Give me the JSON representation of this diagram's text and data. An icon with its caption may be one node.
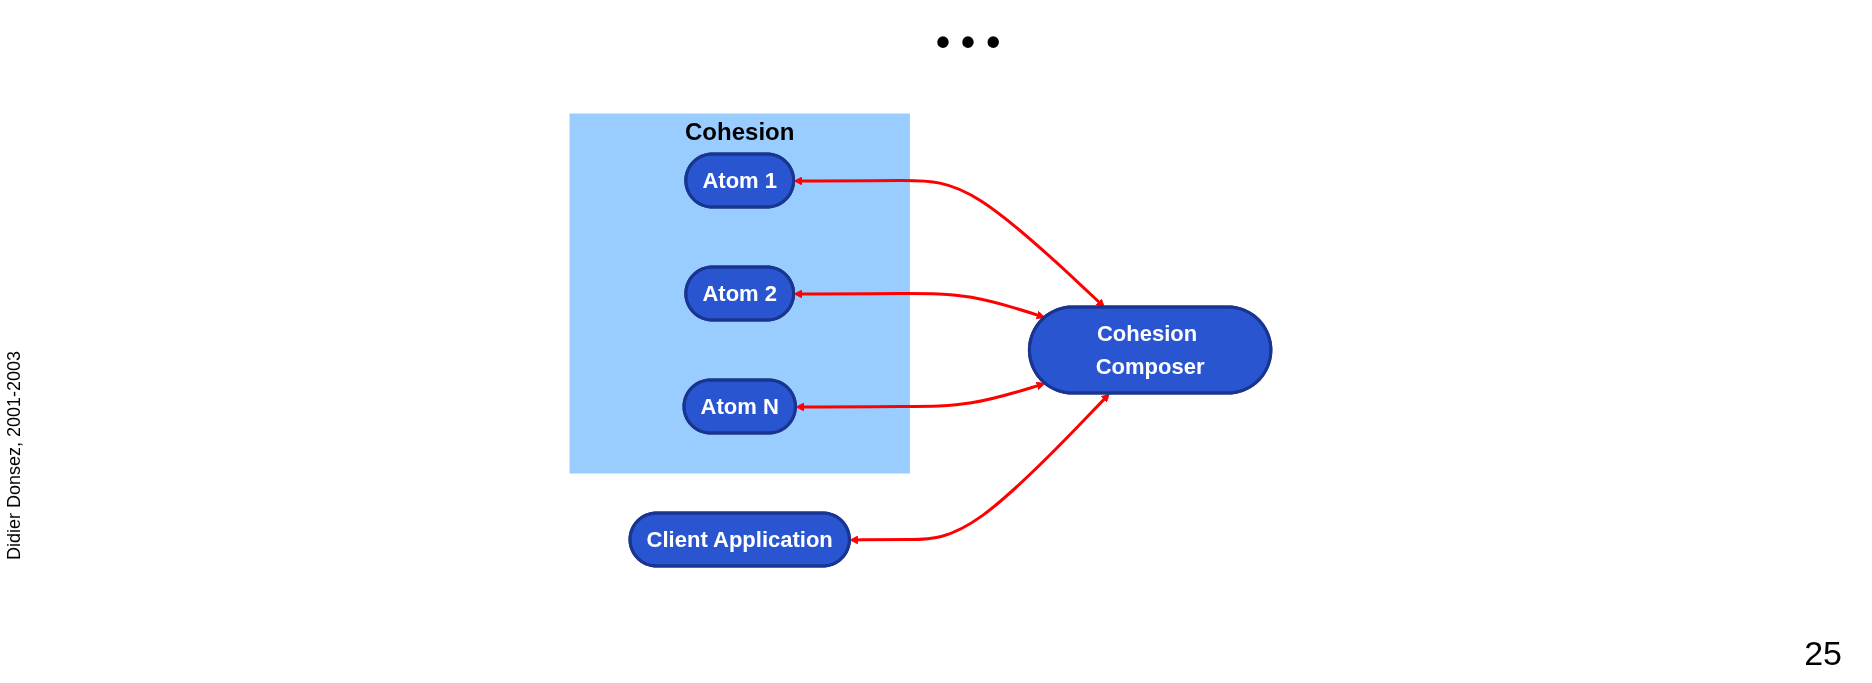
{
  "diagram": {
    "nodes": [
      {
        "text": [
          "Cohesion"
        ]
      },
      {
        "text": [
          "Atom 1"
        ],
        "in": 0
      },
      {
        "text": [
          "Atom 2"
        ],
        "in": 0
      },
      {
        "text": [
          "Atom N"
        ],
        "in": 0
      },
      {
        "text": [
          "Cohesion Composer"
        ]
      },
      {
        "text": [
          "Client Application"
        ]
      }
    ],
    "edges": [
      {
        "from": 4,
        "to": 3,
        "arrow": "both"
      },
      {
        "from": 4,
        "to": 2,
        "arrow": "both"
      },
      {
        "from": 4,
        "to": 1,
        "arrow": "both"
      },
      {
        "from": 4,
        "to": 5,
        "arrow": "both"
      }
    ],
    "labels": [
      "• • •",
      "Didier Donsez, 2001-2003",
      "25"
    ]
  }
}
